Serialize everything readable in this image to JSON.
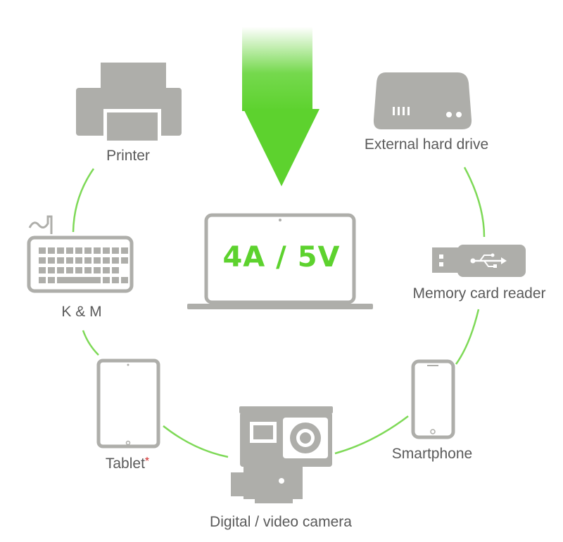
{
  "colors": {
    "accent": "#5dd22e",
    "device_gray": "#aeaeaa",
    "label_text": "#5a5a5a",
    "asterisk": "#d22b2b"
  },
  "center": {
    "power_label": "4A / 5V",
    "icon": "laptop-icon",
    "arrow_icon": "down-arrow-icon"
  },
  "devices": {
    "printer": {
      "label": "Printer",
      "icon": "printer-icon"
    },
    "hard_drive": {
      "label": "External hard drive",
      "icon": "hard-drive-icon"
    },
    "card_reader": {
      "label": "Memory card reader",
      "icon": "usb-stick-icon"
    },
    "keyboard": {
      "label": "K & M",
      "icon": "keyboard-icon"
    },
    "tablet": {
      "label": "Tablet",
      "asterisk": "*",
      "icon": "tablet-icon"
    },
    "smartphone": {
      "label": "Smartphone",
      "icon": "smartphone-icon"
    },
    "camera": {
      "label": "Digital / video camera",
      "icon": "action-camera-icon"
    }
  }
}
